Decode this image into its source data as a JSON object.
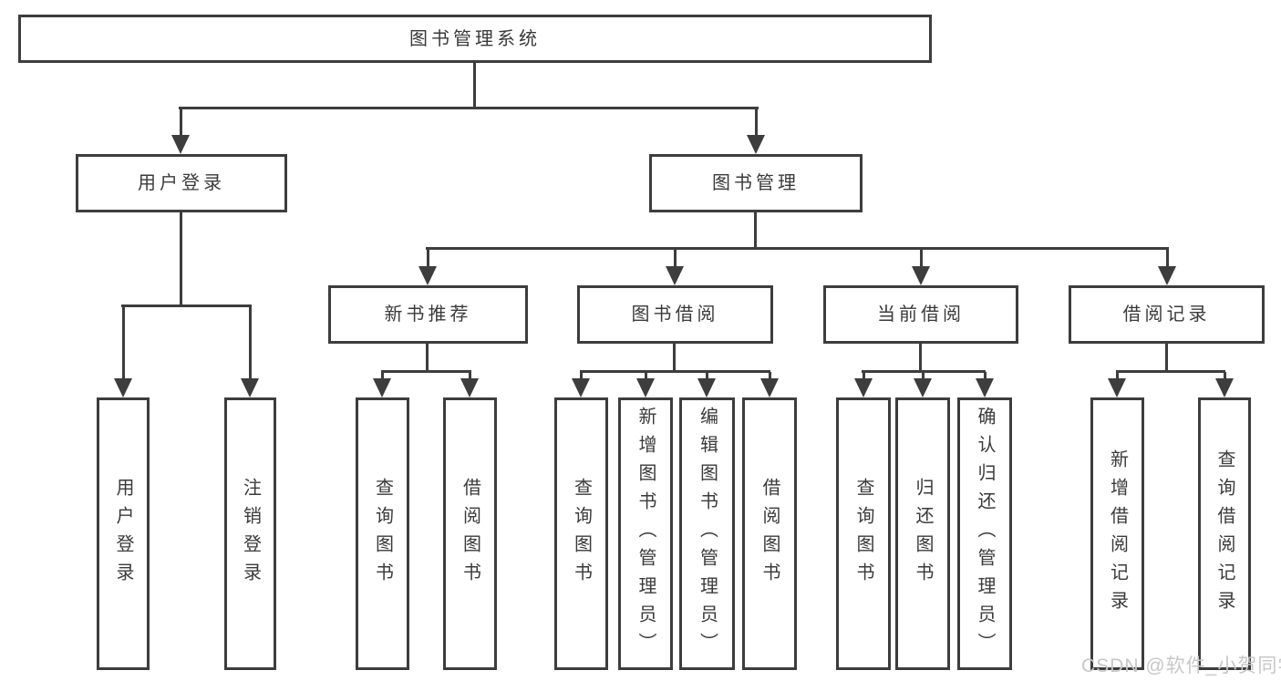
{
  "colors": {
    "line": "#3d3d3d",
    "text": "#3a3a3a",
    "watermark": "#c7c7c7",
    "background": "#ffffff"
  },
  "tree": {
    "root": {
      "label": "图书管理系统"
    },
    "branches": [
      {
        "label": "用户登录",
        "children": [
          {
            "label": "用户登录"
          },
          {
            "label": "注销登录"
          }
        ]
      },
      {
        "label": "图书管理",
        "children": [
          {
            "label": "新书推荐",
            "children": [
              {
                "label": "查询图书"
              },
              {
                "label": "借阅图书"
              }
            ]
          },
          {
            "label": "图书借阅",
            "children": [
              {
                "label": "查询图书"
              },
              {
                "label": "新增图书（管理员）"
              },
              {
                "label": "编辑图书（管理员）"
              },
              {
                "label": "借阅图书"
              }
            ]
          },
          {
            "label": "当前借阅",
            "children": [
              {
                "label": "查询图书"
              },
              {
                "label": "归还图书"
              },
              {
                "label": "确认归还（管理员）"
              }
            ]
          },
          {
            "label": "借阅记录",
            "children": [
              {
                "label": "新增借阅记录"
              },
              {
                "label": "查询借阅记录"
              }
            ]
          }
        ]
      }
    ]
  },
  "watermark": {
    "text": "CSDN @软件_小贺同学"
  }
}
